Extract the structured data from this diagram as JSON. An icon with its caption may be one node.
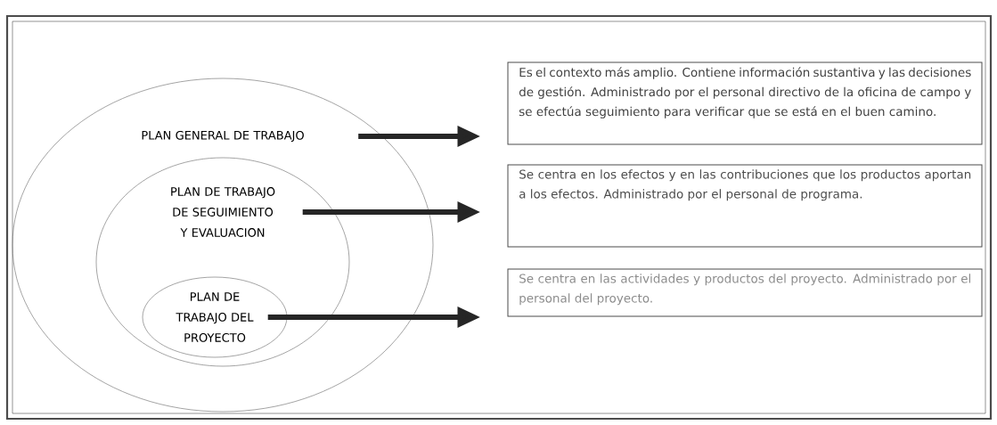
{
  "diagram": {
    "nodes": [
      {
        "text": [
          "PLAN GENERAL DE TRABAJO"
        ]
      },
      {
        "text": [
          "PLAN DE TRABAJO DE SEGUIMIENTO Y EVALUACION"
        ],
        "in": 0
      },
      {
        "text": [
          "PLAN DE TRABAJO DEL PROYECTO"
        ],
        "in": 1
      },
      {
        "text": [
          "Es el contexto más amplio. Contiene información sustantiva y las decisiones de gestión. Administrado por el personal directivo de la oficina de campo y se efectúa seguimiento para verificar que se está en el buen camino."
        ]
      },
      {
        "text": [
          "Se centra en los efectos y en las contribuciones que los productos aportan a los efectos. Administrado por el personal de programa."
        ]
      },
      {
        "text": [
          "Se centra en las actividades y productos del proyecto. Administrado por el personal del proyecto."
        ]
      }
    ],
    "edges": [
      {
        "from": 0,
        "to": 3,
        "arrow": "to"
      },
      {
        "from": 1,
        "to": 4,
        "arrow": "to"
      },
      {
        "from": 2,
        "to": 5,
        "arrow": "to"
      }
    ]
  }
}
